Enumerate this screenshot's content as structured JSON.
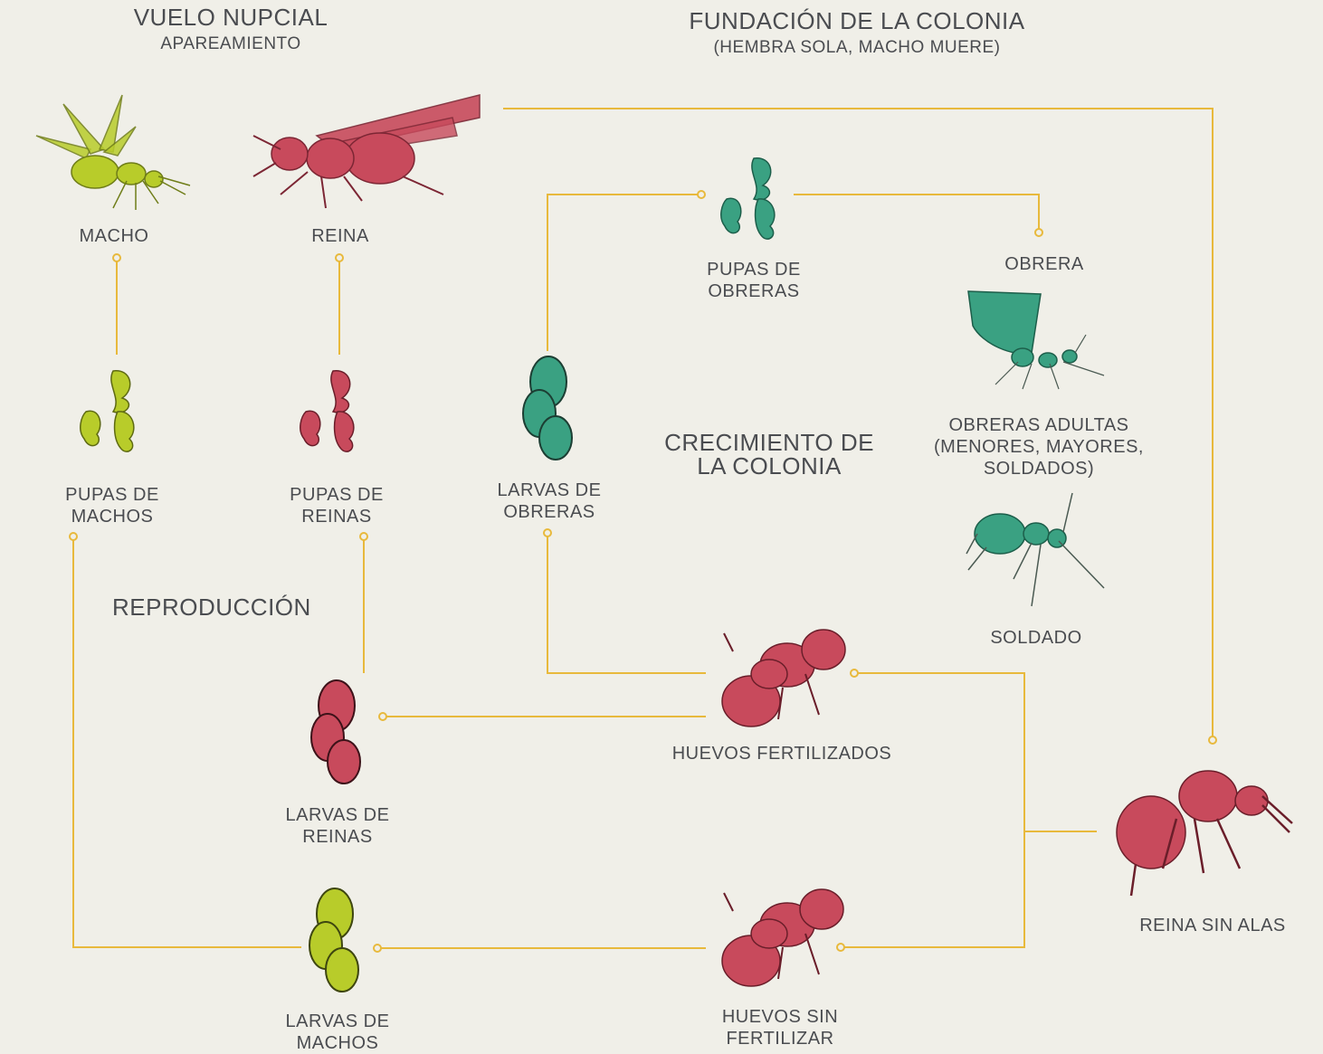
{
  "colors": {
    "background": "#f0efe8",
    "connector": "#e8b93c",
    "text": "#4a4c50",
    "queen_red": "#c84a5c",
    "worker_green": "#3aa182",
    "male_yellow": "#b8cc2a"
  },
  "headings": {
    "nuptial_flight": {
      "title": "VUELO NUPCIAL",
      "subtitle": "APAREAMIENTO"
    },
    "colony_founding": {
      "title": "FUNDACIÓN DE LA COLONIA",
      "subtitle": "(HEMBRA SOLA, MACHO MUERE)"
    },
    "colony_growth": {
      "line1": "CRECIMIENTO DE",
      "line2": "LA COLONIA"
    },
    "reproduction": {
      "title": "REPRODUCCIÓN"
    }
  },
  "stages": {
    "macho": {
      "label": "MACHO",
      "icon": "winged-male-ant-icon",
      "color": "yellow"
    },
    "reina": {
      "label": "REINA",
      "icon": "winged-queen-ant-icon",
      "color": "red"
    },
    "pupas_machos": {
      "line1": "PUPAS DE",
      "line2": "MACHOS",
      "icon": "pupae-icon",
      "color": "yellow"
    },
    "pupas_reinas": {
      "line1": "PUPAS DE",
      "line2": "REINAS",
      "icon": "pupae-icon",
      "color": "red"
    },
    "larvas_obreras": {
      "line1": "LARVAS DE",
      "line2": "OBRERAS",
      "icon": "larvae-icon",
      "color": "green"
    },
    "pupas_obreras": {
      "line1": "PUPAS DE",
      "line2": "OBRERAS",
      "icon": "pupae-icon",
      "color": "green"
    },
    "obrera": {
      "label": "OBRERA",
      "icon": "leaf-carrying-worker-ant-icon",
      "color": "green"
    },
    "obreras_adultas": {
      "line1": "OBRERAS ADULTAS",
      "line2": "(MENORES, MAYORES,",
      "line3": "SOLDADOS)"
    },
    "soldado": {
      "label": "SOLDADO",
      "icon": "soldier-ant-icon",
      "color": "green"
    },
    "huevos_fertilizados": {
      "label": "HUEVOS FERTILIZADOS",
      "icon": "egg-cluster-icon",
      "color": "red"
    },
    "larvas_reinas": {
      "line1": "LARVAS DE",
      "line2": "REINAS",
      "icon": "larvae-icon",
      "color": "red"
    },
    "larvas_machos": {
      "line1": "LARVAS DE",
      "line2": "MACHOS",
      "icon": "larvae-icon",
      "color": "yellow"
    },
    "huevos_sin_fertilizar": {
      "line1": "HUEVOS SIN",
      "line2": "FERTILIZAR",
      "icon": "egg-cluster-icon",
      "color": "red"
    },
    "reina_sin_alas": {
      "label": "REINA SIN ALAS",
      "icon": "wingless-queen-ant-icon",
      "color": "red"
    }
  }
}
